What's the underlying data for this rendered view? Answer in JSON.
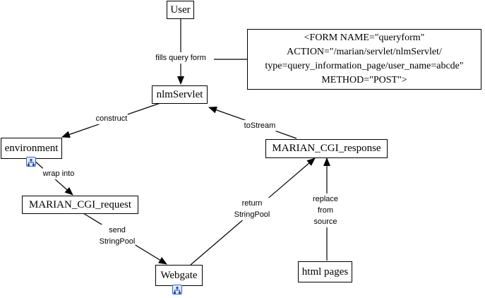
{
  "nodes": {
    "user": "User",
    "nlm_servlet": "nlmServlet",
    "environment": "environment",
    "marian_cgi_request": "MARIAN_CGI_request",
    "webgate": "Webgate",
    "marian_cgi_response": "MARIAN_CGI_response",
    "html_pages": "html pages"
  },
  "note": {
    "lines": [
      "<FORM NAME=\"queryform\"",
      "ACTION=\"/marian/servlet/nlmServlet/",
      "type=query_information_page/user_name=abcde\"",
      "METHOD=\"POST\">"
    ]
  },
  "edges": {
    "fills_query_form": "fills query form",
    "construct": "construct",
    "wrap_into": "wrap into",
    "send": [
      "send",
      "StringPool"
    ],
    "return": [
      "return",
      "StringPool"
    ],
    "to_stream": "toStream",
    "replace_from_source": [
      "replace",
      "from",
      "source"
    ]
  },
  "icons": {
    "environment_badge": "hierarchy-icon",
    "webgate_badge": "hierarchy-icon"
  }
}
